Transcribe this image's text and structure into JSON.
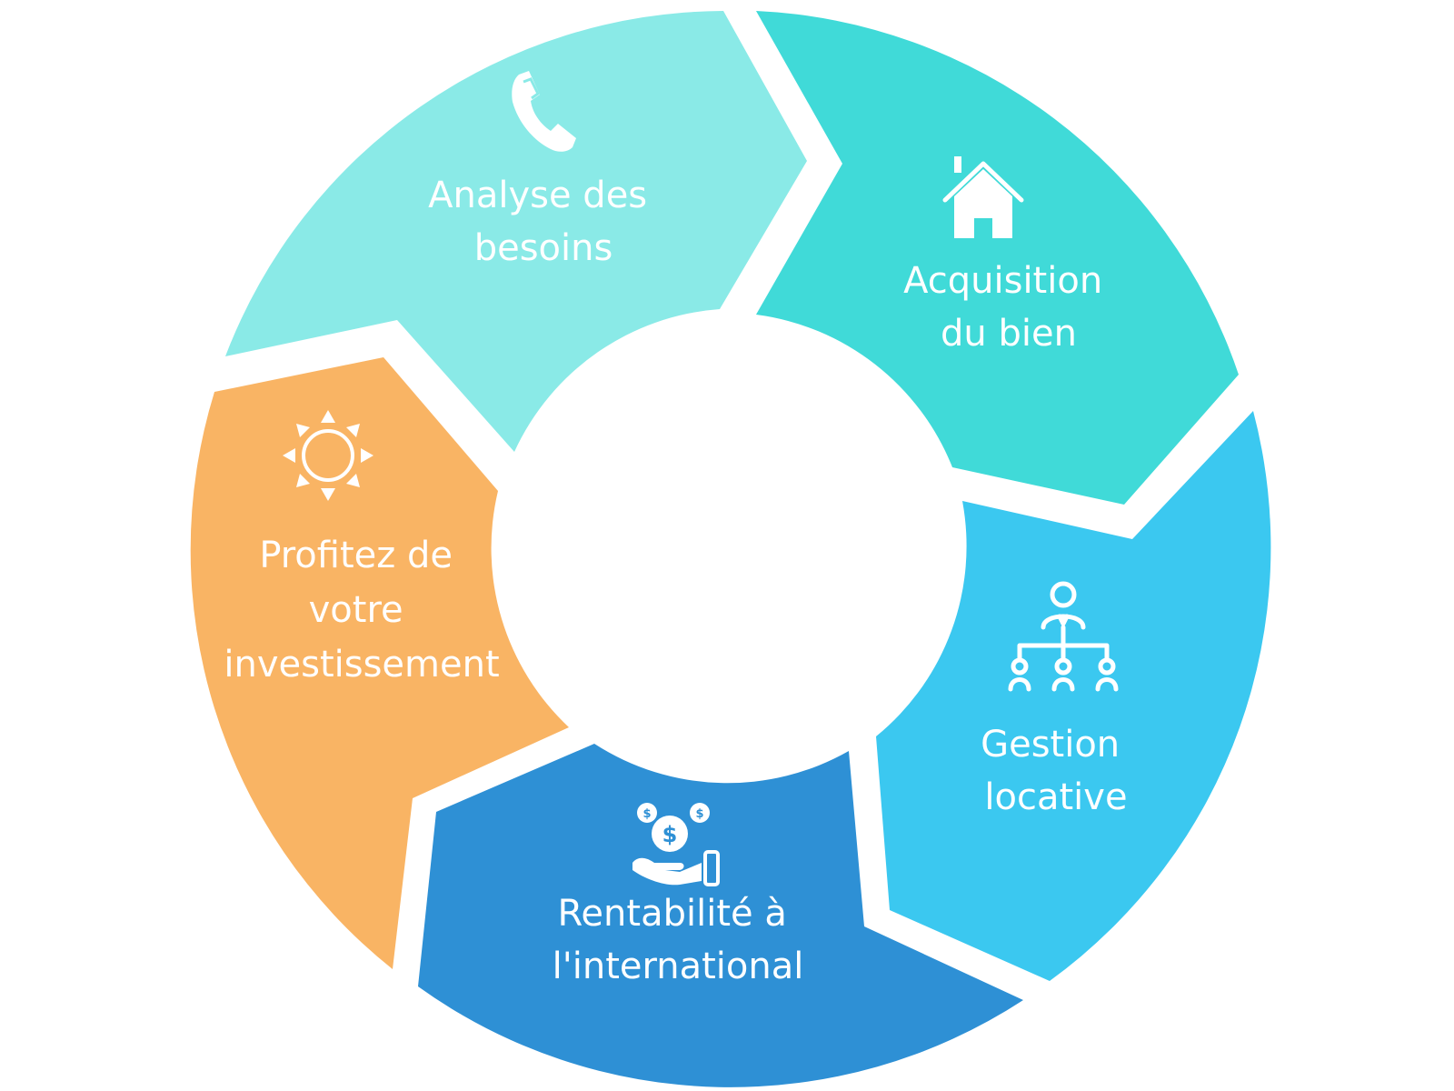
{
  "cycle": {
    "segments": [
      {
        "id": "analyse",
        "color": "#8AEAE7",
        "lines": [
          "Analyse des",
          "besoins"
        ],
        "icon": "phone-icon"
      },
      {
        "id": "acquisition",
        "color": "#40DAD8",
        "lines": [
          "Acquisition",
          "du bien"
        ],
        "icon": "house-icon"
      },
      {
        "id": "gestion",
        "color": "#3BC8F0",
        "lines": [
          "Gestion",
          "locative"
        ],
        "icon": "org-chart-icon"
      },
      {
        "id": "rentabilite",
        "color": "#2E90D5",
        "lines": [
          "Rentabilité à",
          "l'international"
        ],
        "icon": "hand-coins-icon"
      },
      {
        "id": "profitez",
        "color": "#F9B464",
        "lines": [
          "Profitez de",
          "votre",
          "investissement"
        ],
        "icon": "sun-icon"
      }
    ]
  }
}
